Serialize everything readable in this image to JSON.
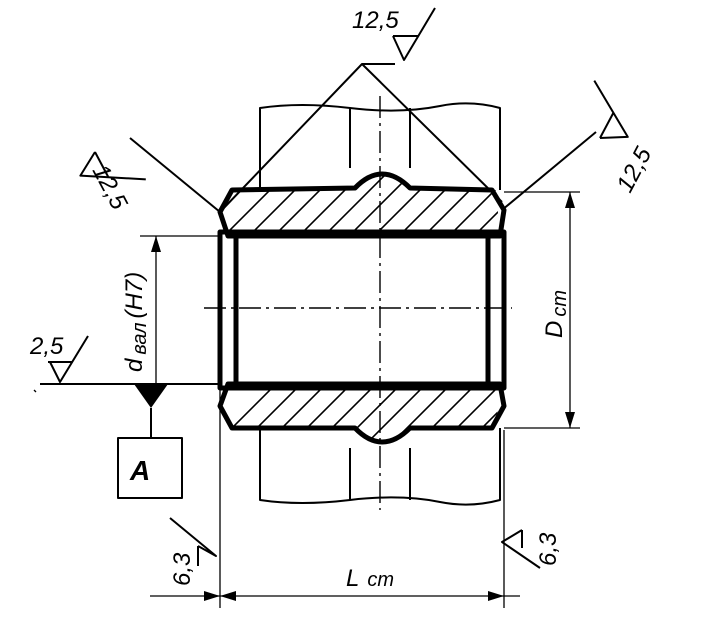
{
  "roughness": {
    "top": "12,5",
    "left_chamfer": "12,5",
    "right_chamfer": "12,5",
    "bore": "2,5",
    "left_face": "6,3",
    "right_face": "6,3"
  },
  "dimensions": {
    "bore_diameter_main": "d",
    "bore_diameter_sub": "вал",
    "bore_diameter_tol": "(H7)",
    "outer_diameter_main": "D",
    "outer_diameter_sub": "cm",
    "length_main": "L",
    "length_sub": "cm"
  },
  "datum": {
    "letter": "A"
  }
}
